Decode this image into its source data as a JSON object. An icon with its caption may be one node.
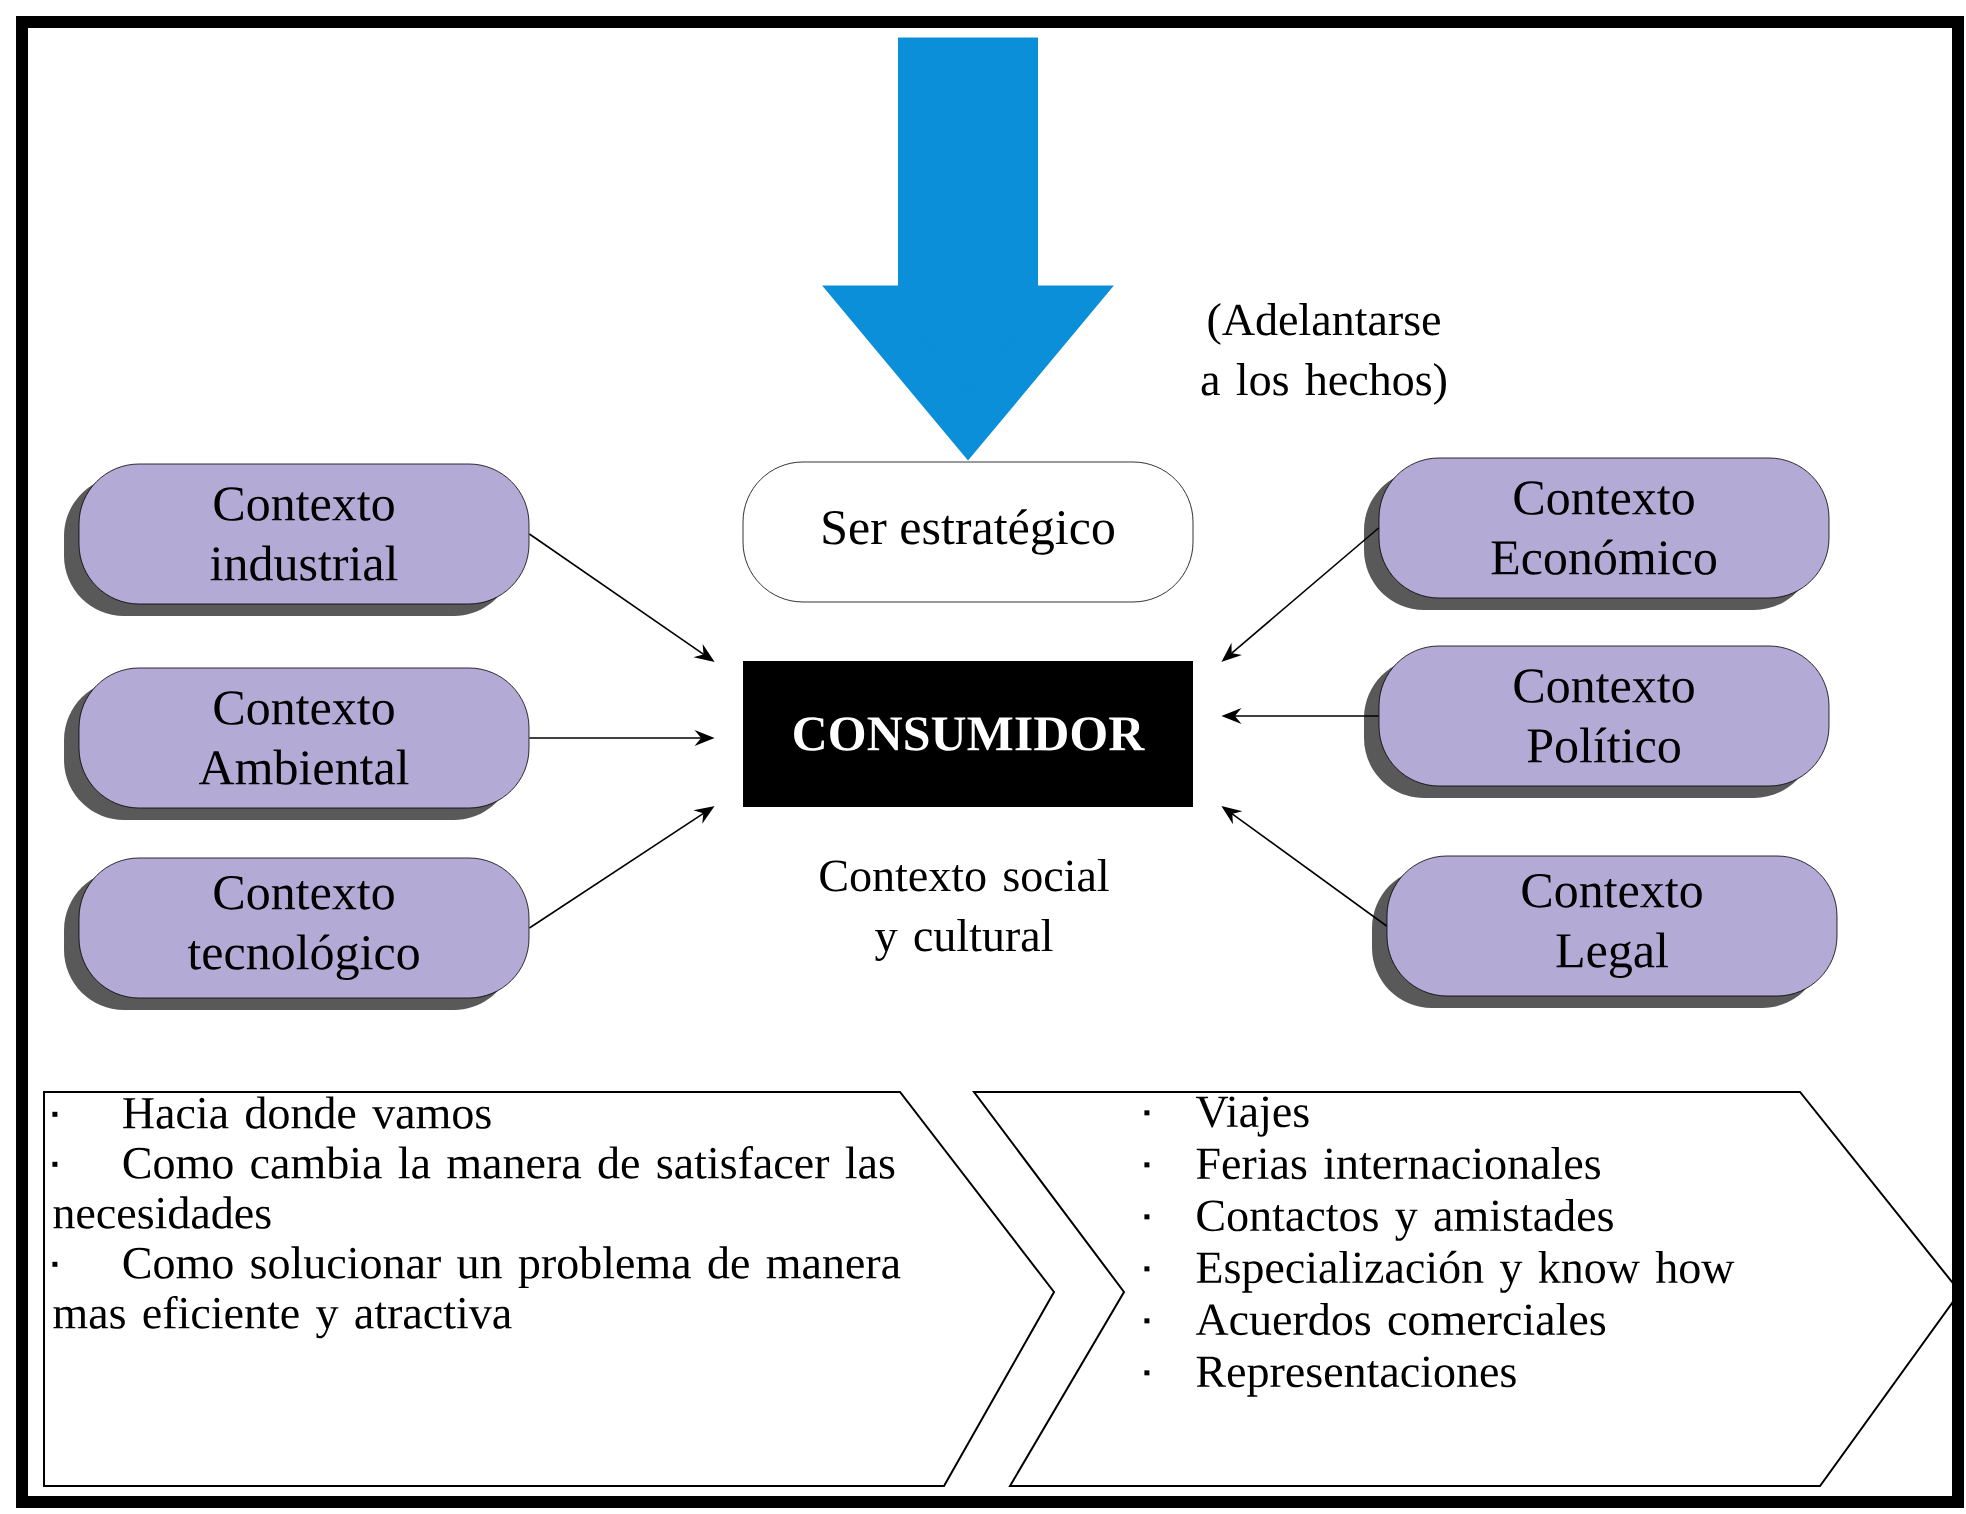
{
  "diagram": {
    "nodes": [
      {
        "text": [
          "Contexto industrial"
        ]
      },
      {
        "text": [
          "Ser estratégico"
        ]
      },
      {
        "text": [
          "Contexto Económico"
        ]
      },
      {
        "text": [
          "Contexto Ambiental"
        ]
      },
      {
        "text": [
          "CONSUMIDOR"
        ]
      },
      {
        "text": [
          "Contexto Político"
        ]
      },
      {
        "text": [
          "Contexto tecnológico"
        ]
      },
      {
        "text": [
          "Contexto Legal"
        ]
      },
      {
        "text": [
          "Hacia donde vamos",
          "Como cambia la manera de satisfacer las necesidades",
          "Como solucionar un problema de manera mas eficiente y atractiva"
        ]
      },
      {
        "text": [
          "Viajes",
          "Ferias internacionales",
          "Contactos y amistades",
          "Especialización y know how",
          "Acuerdos comerciales",
          "Representaciones"
        ]
      }
    ],
    "edges": [
      {
        "from": null,
        "to": 1,
        "arrow": "to",
        "style": "thick",
        "color": "#0a8fd8"
      },
      {
        "from": 0,
        "to": 4,
        "arrow": "to"
      },
      {
        "from": 3,
        "to": 4,
        "arrow": "to"
      },
      {
        "from": 6,
        "to": 4,
        "arrow": "to"
      },
      {
        "from": 2,
        "to": 4,
        "arrow": "to"
      },
      {
        "from": 5,
        "to": 4,
        "arrow": "to"
      },
      {
        "from": 7,
        "to": 4,
        "arrow": "to"
      }
    ],
    "labels": [
      "(Adelantarse a los hechos)",
      "Contexto social y cultural"
    ]
  }
}
